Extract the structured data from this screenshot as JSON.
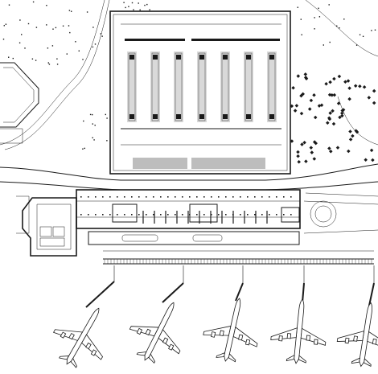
{
  "drawing": {
    "kind": "architectural site plan",
    "labels": []
  },
  "aircraft": [
    {
      "id": 1
    },
    {
      "id": 2
    },
    {
      "id": 3
    },
    {
      "id": 4
    },
    {
      "id": 5
    }
  ],
  "parking_rows": 7,
  "palette": {
    "ink": "#1a1a1a",
    "paper": "#ffffff",
    "tone": "#bdbdbd"
  }
}
